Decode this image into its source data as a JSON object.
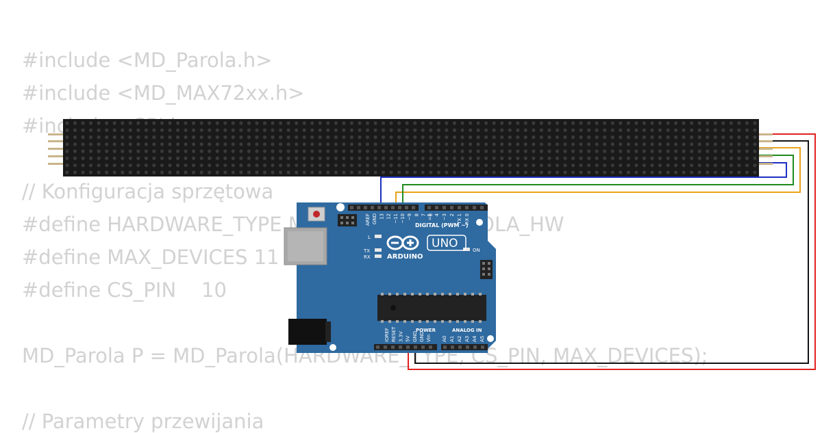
{
  "code": {
    "lines": [
      "#include <MD_Parola.h>",
      "#include <MD_MAX72xx.h>",
      "#include <SPI.h>",
      "",
      "// Konfiguracja sprzętowa",
      "#define HARDWARE_TYPE MD_MAX72XX::PAROLA_HW",
      "#define MAX_DEVICES 11",
      "#define CS_PIN    10",
      "",
      "MD_Parola P = MD_Parola(HARDWARE_TYPE, CS_PIN, MAX_DEVICES);",
      "",
      "// Parametry przewijania"
    ]
  },
  "matrix": {
    "devices": 11,
    "rows": 8,
    "cols_per_device": 8,
    "color": "#1a1a1a",
    "led_off_color": "#3a3a3a"
  },
  "arduino": {
    "brand": "ARDUINO",
    "model": "UNO",
    "digital_label": "DIGITAL (PWM ~)",
    "power_label": "POWER",
    "analog_label": "ANALOG IN",
    "on_label": "ON",
    "l_label": "L",
    "tx_label": "TX",
    "rx_label": "RX",
    "digital_pins": [
      "AREF",
      "GND",
      "13",
      "12",
      "~11",
      "~10",
      "~9",
      "8",
      "7",
      "~6",
      "~5",
      "4",
      "~3",
      "2",
      "TX 1",
      "RX 0"
    ],
    "power_pins": [
      "IOREF",
      "RESET",
      "3.3V",
      "5V",
      "GND",
      "GND",
      "Vin"
    ],
    "analog_pins": [
      "A0",
      "A1",
      "A2",
      "A3",
      "A4",
      "A5"
    ],
    "board_color": "#2f6aa0"
  },
  "wires": [
    {
      "name": "vcc",
      "color": "#e02020"
    },
    {
      "name": "gnd",
      "color": "#111111"
    },
    {
      "name": "din",
      "color": "#e8a21a"
    },
    {
      "name": "cs",
      "color": "#1e8a1e"
    },
    {
      "name": "clk",
      "color": "#1b2fc0"
    }
  ]
}
